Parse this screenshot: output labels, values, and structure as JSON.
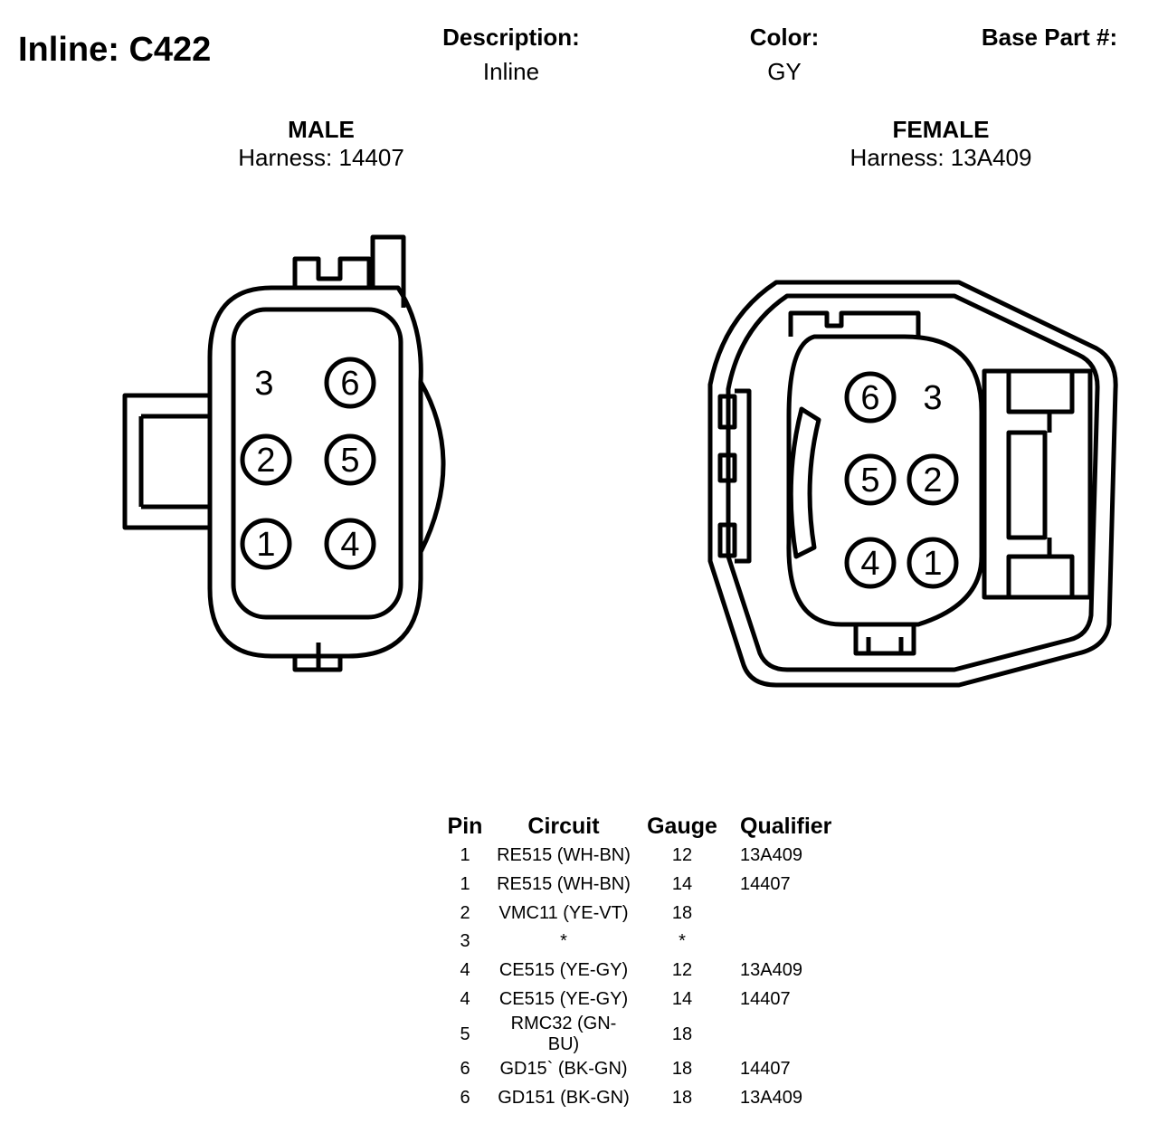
{
  "connector": {
    "title": "Inline: C422"
  },
  "header": {
    "description_label": "Description:",
    "description_value": "Inline",
    "color_label": "Color:",
    "color_value": "GY",
    "base_part_label": "Base Part #:"
  },
  "male": {
    "title": "MALE",
    "harness": "Harness: 14407",
    "pins": [
      "1",
      "2",
      "3",
      "4",
      "5",
      "6"
    ]
  },
  "female": {
    "title": "FEMALE",
    "harness": "Harness: 13A409",
    "pins": [
      "1",
      "2",
      "3",
      "4",
      "5",
      "6"
    ]
  },
  "table": {
    "headers": [
      "Pin",
      "Circuit",
      "Gauge",
      "Qualifier"
    ],
    "rows": [
      [
        "1",
        "RE515 (WH-BN)",
        "12",
        "13A409"
      ],
      [
        "1",
        "RE515 (WH-BN)",
        "14",
        "14407"
      ],
      [
        "2",
        "VMC11 (YE-VT)",
        "18",
        ""
      ],
      [
        "3",
        "*",
        "*",
        ""
      ],
      [
        "4",
        "CE515 (YE-GY)",
        "12",
        "13A409"
      ],
      [
        "4",
        "CE515 (YE-GY)",
        "14",
        "14407"
      ],
      [
        "5",
        "RMC32 (GN-BU)",
        "18",
        ""
      ],
      [
        "6",
        "GD15` (BK-GN)",
        "18",
        "14407"
      ],
      [
        "6",
        "GD151 (BK-GN)",
        "18",
        "13A409"
      ]
    ]
  }
}
